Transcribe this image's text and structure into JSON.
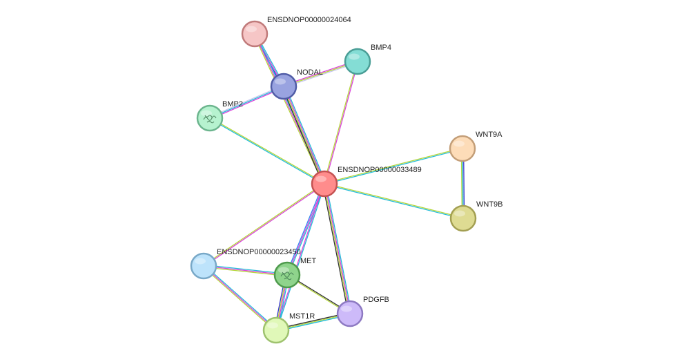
{
  "network": {
    "nodes": [
      {
        "id": "ENSDNOP00000024064",
        "label": "ENSDNOP00000024064",
        "fill": "#f6c6c6",
        "stroke": "#c07a7a",
        "glyph": ""
      },
      {
        "id": "BMP4",
        "label": "BMP4",
        "fill": "#84ddd5",
        "stroke": "#4a9e96",
        "glyph": ""
      },
      {
        "id": "NODAL",
        "label": "NODAL",
        "fill": "#99a3e0",
        "stroke": "#505ca6",
        "glyph": ""
      },
      {
        "id": "BMP2",
        "label": "BMP2",
        "fill": "#b6f2cf",
        "stroke": "#6cb58e",
        "glyph": "structure"
      },
      {
        "id": "WNT9A",
        "label": "WNT9A",
        "fill": "#fddcb8",
        "stroke": "#c39e78",
        "glyph": ""
      },
      {
        "id": "ENSDNOP00000033489",
        "label": "ENSDNOP00000033489",
        "fill": "#ff8c8c",
        "stroke": "#c45252",
        "glyph": ""
      },
      {
        "id": "WNT9B",
        "label": "WNT9B",
        "fill": "#dedb92",
        "stroke": "#a39f52",
        "glyph": ""
      },
      {
        "id": "ENSDNOP00000023450",
        "label": "ENSDNOP00000023450",
        "fill": "#bde3fb",
        "stroke": "#78a8c7",
        "glyph": ""
      },
      {
        "id": "MET",
        "label": "MET",
        "fill": "#8fd48c",
        "stroke": "#4e9a4c",
        "glyph": "structure"
      },
      {
        "id": "PDGFB",
        "label": "PDGFB",
        "fill": "#cdbaf9",
        "stroke": "#8d79c2",
        "glyph": ""
      },
      {
        "id": "MST1R",
        "label": "MST1R",
        "fill": "#e0f8b8",
        "stroke": "#9ec26e",
        "glyph": ""
      }
    ],
    "edges": [
      {
        "source": "ENSDNOP00000024064",
        "target": "NODAL",
        "colors": [
          "#22bcd8",
          "#d944d9",
          "#3333cc"
        ]
      },
      {
        "source": "ENSDNOP00000024064",
        "target": "ENSDNOP00000033489",
        "colors": [
          "#22bcd8",
          "#d944d9",
          "#b5d63c"
        ]
      },
      {
        "source": "NODAL",
        "target": "BMP4",
        "colors": [
          "#d944d9",
          "#b5d63c",
          "#c8c8ee"
        ]
      },
      {
        "source": "NODAL",
        "target": "BMP2",
        "colors": [
          "#d944d9",
          "#22bcd8",
          "#c8c8ee"
        ]
      },
      {
        "source": "NODAL",
        "target": "ENSDNOP00000033489",
        "colors": [
          "#22bcd8",
          "#d944d9",
          "#b5d63c",
          "#333333"
        ]
      },
      {
        "source": "BMP4",
        "target": "ENSDNOP00000033489",
        "colors": [
          "#d944d9",
          "#b5d63c"
        ]
      },
      {
        "source": "BMP2",
        "target": "ENSDNOP00000033489",
        "colors": [
          "#b5d63c",
          "#22bcd8"
        ]
      },
      {
        "source": "ENSDNOP00000033489",
        "target": "WNT9A",
        "colors": [
          "#b5d63c",
          "#22bcd8"
        ]
      },
      {
        "source": "ENSDNOP00000033489",
        "target": "WNT9B",
        "colors": [
          "#b5d63c",
          "#22bcd8"
        ]
      },
      {
        "source": "WNT9A",
        "target": "WNT9B",
        "colors": [
          "#3333cc",
          "#22bcd8",
          "#b5d63c"
        ]
      },
      {
        "source": "ENSDNOP00000033489",
        "target": "ENSDNOP00000023450",
        "colors": [
          "#d944d9",
          "#b5d63c"
        ]
      },
      {
        "source": "ENSDNOP00000033489",
        "target": "MET",
        "colors": [
          "#22bcd8",
          "#d944d9",
          "#3388ee"
        ]
      },
      {
        "source": "ENSDNOP00000033489",
        "target": "PDGFB",
        "colors": [
          "#22bcd8",
          "#d944d9",
          "#b5d63c",
          "#333333"
        ]
      },
      {
        "source": "ENSDNOP00000033489",
        "target": "MST1R",
        "colors": [
          "#22bcd8",
          "#d944d9"
        ]
      },
      {
        "source": "ENSDNOP00000023450",
        "target": "MET",
        "colors": [
          "#22bcd8",
          "#d944d9",
          "#b5d63c"
        ]
      },
      {
        "source": "ENSDNOP00000023450",
        "target": "MST1R",
        "colors": [
          "#22bcd8",
          "#d944d9",
          "#b5d63c"
        ]
      },
      {
        "source": "MET",
        "target": "MST1R",
        "colors": [
          "#22bcd8",
          "#d944d9",
          "#b5d63c",
          "#3333cc"
        ]
      },
      {
        "source": "MET",
        "target": "PDGFB",
        "colors": [
          "#333333",
          "#b5d63c"
        ]
      },
      {
        "source": "MST1R",
        "target": "PDGFB",
        "colors": [
          "#333333",
          "#b5d63c",
          "#22bcd8"
        ]
      }
    ]
  }
}
